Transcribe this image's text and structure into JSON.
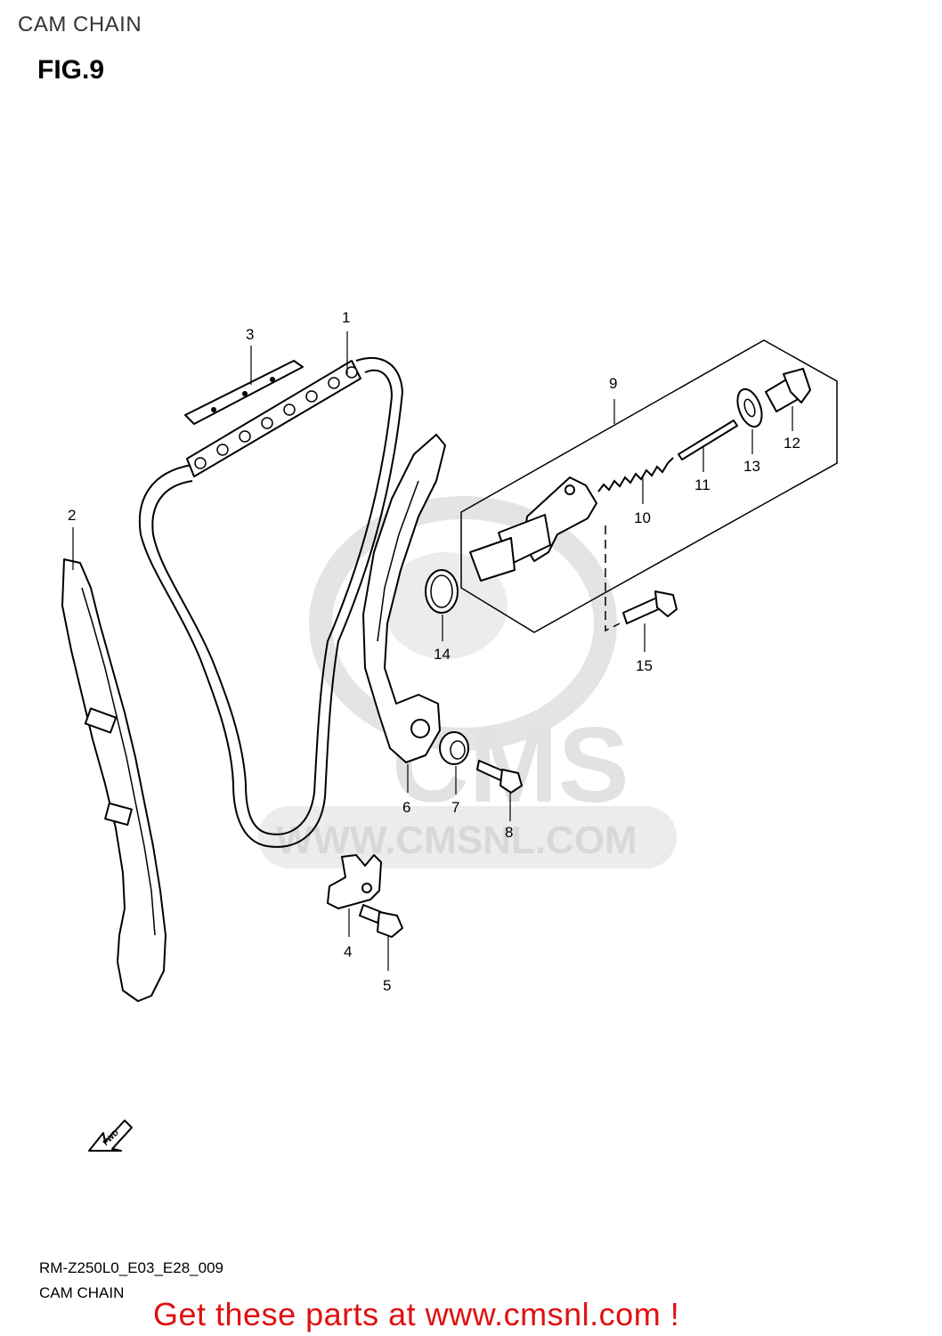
{
  "header": {
    "section_title": "CAM CHAIN",
    "figure_label": "FIG.9"
  },
  "callouts": [
    {
      "id": "1",
      "label": "1"
    },
    {
      "id": "2",
      "label": "2"
    },
    {
      "id": "3",
      "label": "3"
    },
    {
      "id": "4",
      "label": "4"
    },
    {
      "id": "5",
      "label": "5"
    },
    {
      "id": "6",
      "label": "6"
    },
    {
      "id": "7",
      "label": "7"
    },
    {
      "id": "8",
      "label": "8"
    },
    {
      "id": "9",
      "label": "9"
    },
    {
      "id": "10",
      "label": "10"
    },
    {
      "id": "11",
      "label": "11"
    },
    {
      "id": "12",
      "label": "12"
    },
    {
      "id": "13",
      "label": "13"
    },
    {
      "id": "14",
      "label": "14"
    },
    {
      "id": "15",
      "label": "15"
    }
  ],
  "watermark": {
    "logo_text": "CMS",
    "url_text": "WWW.CMSNL.COM"
  },
  "fwd_arrow_label": "FWD",
  "footer": {
    "model_code": "RM-Z250L0_E03_E28_009",
    "diagram_name": "CAM CHAIN",
    "promo_text": "Get these parts at www.cmsnl.com !"
  },
  "colors": {
    "promo": "#e01010",
    "watermark": "#d8d8d8"
  }
}
